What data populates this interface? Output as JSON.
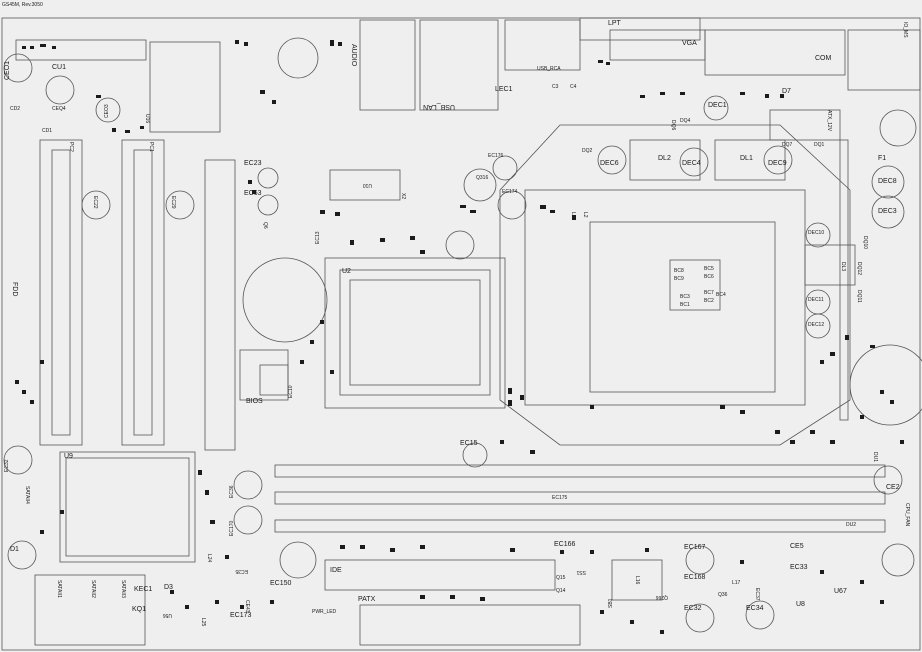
{
  "header": {
    "code": "GS45M, Rev.3050"
  },
  "labels": {
    "lpt": "LPT",
    "vga": "VGA",
    "com": "COM",
    "audio": "AUDIO",
    "usb_lan": "USB_LAN",
    "usb_rca": "USB_RCA",
    "lec1": "LEC1",
    "c3": "C3",
    "c4": "C4",
    "d7": "D7",
    "dec1": "DEC1",
    "dq4": "DQ4",
    "dq6": "DQ6",
    "dq2": "DQ2",
    "dec6": "DEC6",
    "dl2": "DL2",
    "dec4": "DEC4",
    "dl1": "DL1",
    "dec9": "DEC9",
    "dq1": "DQ1",
    "dq7": "DQ7",
    "atx_12v": "ATX_12V",
    "io_ms": "IO_MS",
    "f1": "F1",
    "dec8": "DEC8",
    "dec3": "DEC3",
    "dec10": "DEC10",
    "dq10": "DQ10",
    "dl3": "DL3",
    "dq12": "DQ12",
    "dq11": "DQ11",
    "dec11": "DEC11",
    "dec12": "DEC12",
    "ceo1": "CEO1",
    "cu1": "CU1",
    "ceq4": "CEQ4",
    "ceo3": "CEO3",
    "cd2": "CD2",
    "cd1": "CD1",
    "u16": "U16",
    "pc2": "PC2",
    "pc1": "PC1",
    "ec22": "EC22",
    "ec29": "EC29",
    "ec23": "EC23",
    "ec63": "EC63",
    "q6": "Q6",
    "u10": "U10",
    "x2": "X2",
    "ec176": "EC176",
    "q316": "Q316",
    "ec174": "EC174",
    "ec13": "EC13",
    "u2": "U2",
    "fdd": "FDD",
    "ec32": "EC32",
    "u9": "U9",
    "sataii4": "SATAII4",
    "d1": "D1",
    "sataii1": "SATAII1",
    "sataii2": "SATAII2",
    "sataii3": "SATAII3",
    "kec1": "KEC1",
    "kq1": "KQ1",
    "d3": "D3",
    "u56": "U56",
    "l25": "L25",
    "l24": "L24",
    "ec36": "EC36",
    "ec170": "EC170",
    "ec35": "EC35",
    "bios": "BIOS",
    "ec10": "EC10",
    "ec150": "EC150",
    "ec173": "EC173",
    "ce43": "CE43",
    "ide": "IDE",
    "pwr_led": "PWR_LED",
    "patx": "PATX",
    "ec15": "EC15",
    "ec175": "EC175",
    "ec166": "EC166",
    "q15": "Q15",
    "q14": "Q14",
    "ss1": "SS1",
    "l16": "L16",
    "q266": "Q266",
    "ec167": "EC167",
    "ec168": "EC168",
    "ec32b": "EC32",
    "q36": "Q36",
    "l17": "L17",
    "ec37": "EC37",
    "ec34": "EC34",
    "ce5": "CE5",
    "ec33": "EC33",
    "u8": "U8",
    "u67": "U67",
    "du1": "DU1",
    "ce2": "CE2",
    "cpu_fan": "CPU_FAN",
    "du2": "DU2",
    "sb1": "SB1",
    "l1": "L1",
    "l2": "L2",
    "bc1": "BC1",
    "bc2": "BC2",
    "bc3": "BC3",
    "bc4": "BC4",
    "bc5": "BC5",
    "bc6": "BC6",
    "bc7": "BC7",
    "bc8": "BC8",
    "bc9": "BC9"
  }
}
